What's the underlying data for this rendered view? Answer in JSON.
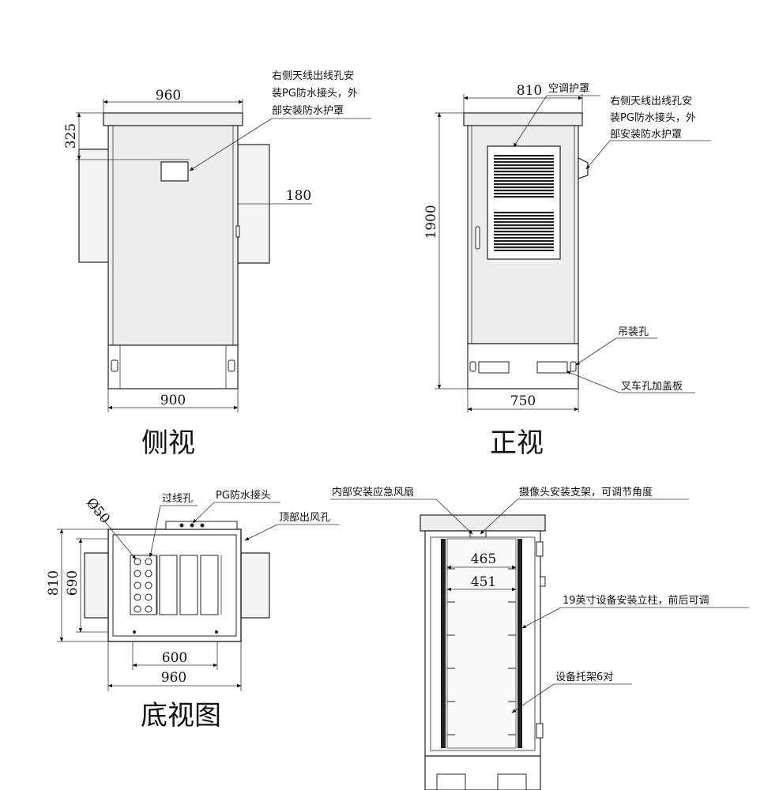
{
  "side_view": {
    "title": "侧视",
    "dims": {
      "top_width": "960",
      "roof_height": "325",
      "projection": "180",
      "base_width": "900"
    },
    "note_lines": [
      "右侧天线出线孔安",
      "装PG防水接头，外",
      "部安装防水护罩"
    ]
  },
  "front_view": {
    "title": "正视",
    "dims": {
      "top_width": "810",
      "height": "1900",
      "base_width": "750"
    },
    "ac_cover_label": "空调护罩",
    "note_lines": [
      "右侧天线出线孔安",
      "装PG防水接头，外",
      "部安装防水护罩"
    ],
    "lifting_hole_label": "吊装孔",
    "forklift_label": "叉车孔加盖板"
  },
  "bottom_view": {
    "title": "底视图",
    "dims": {
      "hole_diameter": "Ø50",
      "depth_outer": "810",
      "depth_inner": "690",
      "inner_width": "600",
      "outer_width": "960"
    },
    "cable_hole_label": "过线孔",
    "pg_joint_label": "PG防水接头",
    "top_vent_label": "顶部出风孔"
  },
  "interior_view": {
    "fan_label": "内部安装应急风扇",
    "camera_label": "摄像头安装支架，可调节角度",
    "dims": {
      "rail_outer": "465",
      "rail_inner": "451"
    },
    "rail_label": "19英寸设备安装立柱，前后可调",
    "tray_label": "设备托架6对"
  }
}
